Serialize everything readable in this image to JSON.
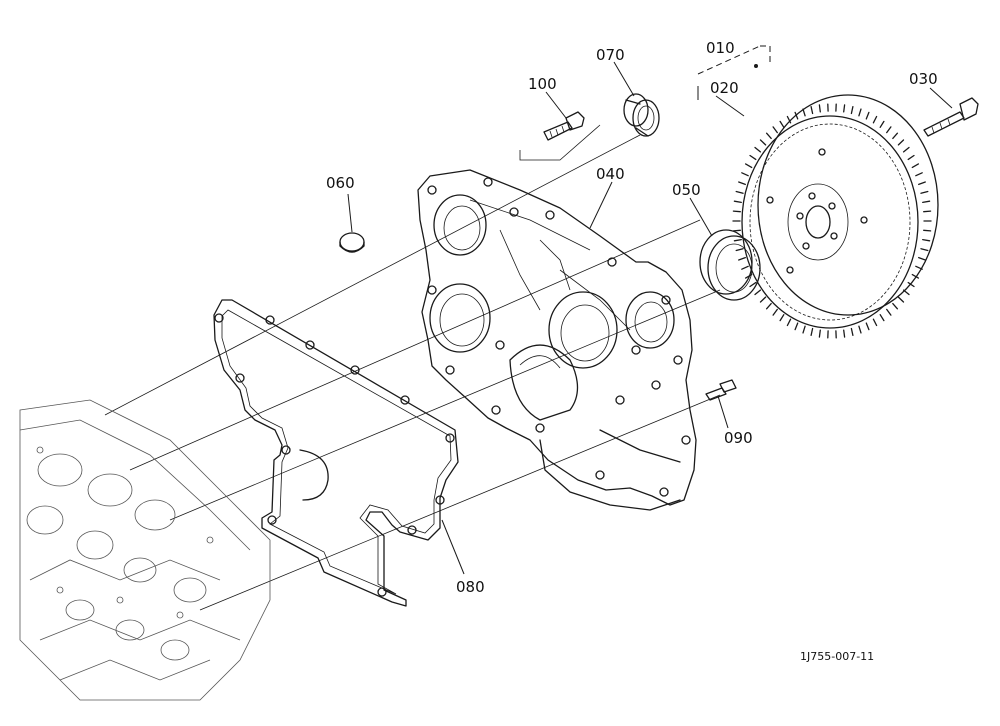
{
  "callouts": {
    "c010": "010",
    "c020": "020",
    "c030": "030",
    "c040": "040",
    "c050": "050",
    "c060": "060",
    "c070": "070",
    "c080": "080",
    "c090": "090",
    "c100": "100"
  },
  "drawing_code": "1J755-007-11",
  "line_color": "#1a1a1a",
  "background_color": "#ffffff"
}
